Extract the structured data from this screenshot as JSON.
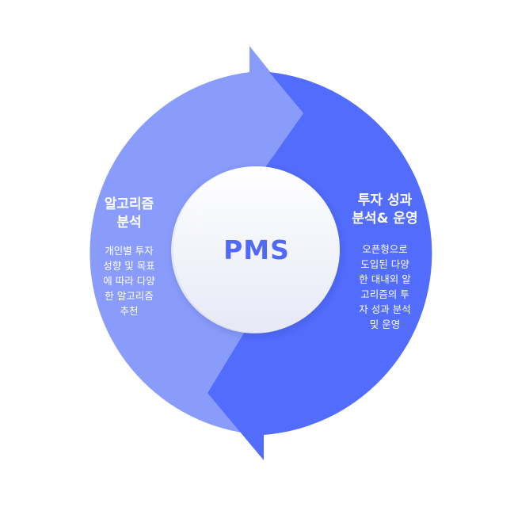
{
  "center": {
    "label": "PMS"
  },
  "left_section": {
    "title": "알고리즘\n분석",
    "description": "개인별 투자\n성향 및 목표\n에 따라 다양\n한 알고리즘\n추천"
  },
  "right_section": {
    "title": "투자 성과\n분석& 운영",
    "description": "오픈형으로\n도입된 다양\n한 대내외 알\n고리즘의 투\n자 성과 분석\n및 운영"
  },
  "colors": {
    "left_arrow": "#8a9cfb",
    "right_arrow": "#526cfd",
    "center_circle_top": "#ffffff",
    "center_circle_bottom": "#e6e9f6",
    "center_text": "#5169f7",
    "section_text": "#ffffff"
  }
}
